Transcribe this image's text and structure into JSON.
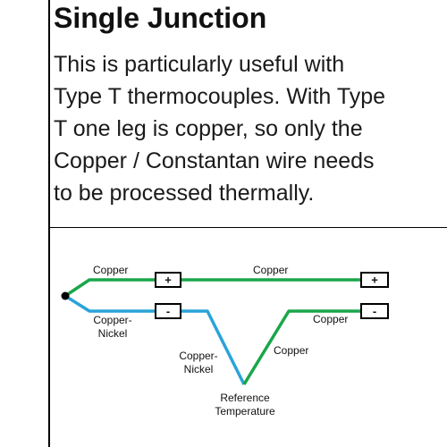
{
  "heading": "Single Junction",
  "paragraph_lines": [
    "This is particularly useful with",
    "Type T thermocouples. With Type",
    "T one leg is copper, so only the",
    "Copper / Constantan wire needs",
    "to be processed thermally."
  ],
  "diagram": {
    "wire_colors": {
      "copper": "#1aa64a",
      "copper_nickel": "#2aa3d8"
    },
    "labels": {
      "copper_top_left": "Copper",
      "copper_top_right": "Copper",
      "copper_nickel_left_1": "Copper-",
      "copper_nickel_left_2": "Nickel",
      "copper_nickel_mid_1": "Copper-",
      "copper_nickel_mid_2": "Nickel",
      "copper_diag": "Copper",
      "copper_lower_right": "Copper",
      "reference_1": "Reference",
      "reference_2": "Temperature"
    },
    "terminals": {
      "top_left": "+",
      "top_right": "+",
      "bottom_left": "-",
      "bottom_right": "-"
    }
  }
}
